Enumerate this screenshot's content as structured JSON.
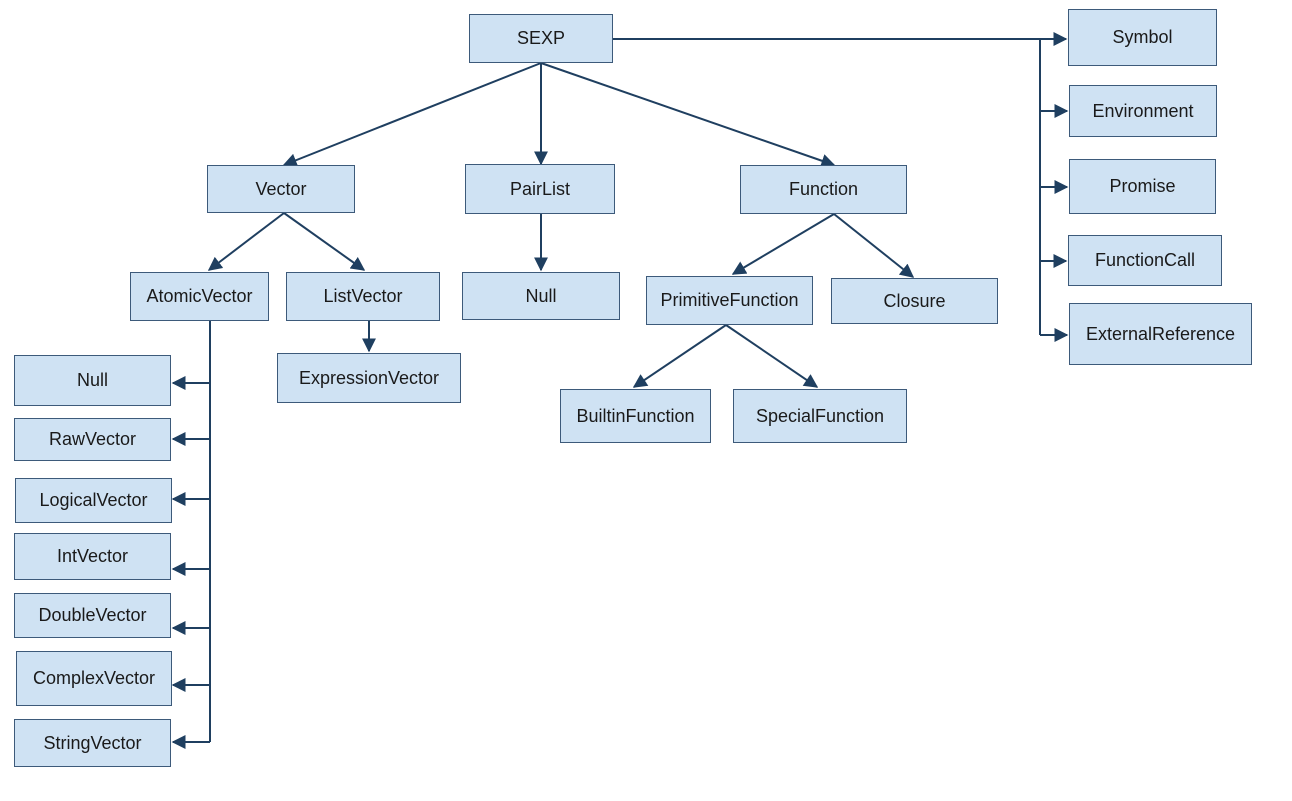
{
  "colors": {
    "node_fill": "#cfe2f3",
    "node_border": "#3d5a7a",
    "edge": "#1f3f60"
  },
  "nodes": {
    "sexp": "SEXP",
    "vector": "Vector",
    "pairlist": "PairList",
    "function": "Function",
    "symbol": "Symbol",
    "environment": "Environment",
    "promise": "Promise",
    "functioncall": "FunctionCall",
    "externalreference": "ExternalReference",
    "atomicvector": "AtomicVector",
    "listvector": "ListVector",
    "expressionvector": "ExpressionVector",
    "null_pairlist": "Null",
    "primitivefunction": "PrimitiveFunction",
    "closure": "Closure",
    "builtinfunction": "BuiltinFunction",
    "specialfunction": "SpecialFunction",
    "null_atomic": "Null",
    "rawvector": "RawVector",
    "logicalvector": "LogicalVector",
    "intvector": "IntVector",
    "doublevector": "DoubleVector",
    "complexvector": "ComplexVector",
    "stringvector": "StringVector"
  }
}
